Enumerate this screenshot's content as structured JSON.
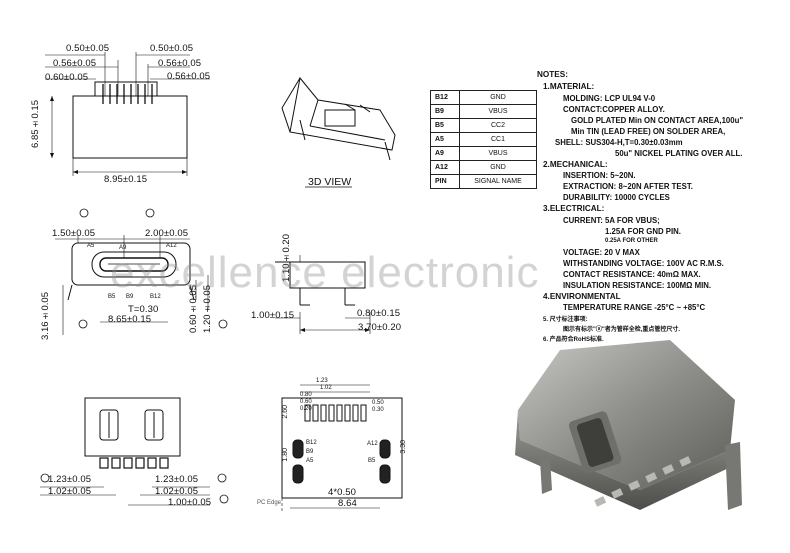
{
  "top_view": {
    "dims": [
      "0.50±0.05",
      "0.50±0.05",
      "0.56±0.05",
      "0.56±0.05",
      "0.56±0.05",
      "0.60±0.05",
      "6.85±0.15",
      "8.95±0.15"
    ]
  },
  "iso_view": {
    "label": "3D VIEW"
  },
  "pin_table": {
    "rows": [
      {
        "pin": "B12",
        "signal": "GND"
      },
      {
        "pin": "B9",
        "signal": "VBUS"
      },
      {
        "pin": "B5",
        "signal": "CC2"
      },
      {
        "pin": "A5",
        "signal": "CC1"
      },
      {
        "pin": "A9",
        "signal": "VBUS"
      },
      {
        "pin": "A12",
        "signal": "GND"
      },
      {
        "pin": "PIN",
        "signal": "SIGNAL NAME"
      }
    ]
  },
  "notes": {
    "title": "NOTES:",
    "lines": [
      {
        "cls": "note-h",
        "text": "1.MATERIAL:"
      },
      {
        "cls": "note",
        "text": "MOLDING: LCP UL94 V-0"
      },
      {
        "cls": "note",
        "text": "CONTACT:COPPER ALLOY."
      },
      {
        "cls": "note",
        "text": "GOLD PLATED Min ON CONTACT AREA,100u\""
      },
      {
        "cls": "note",
        "text": "Min TIN (LEAD FREE) ON SOLDER AREA,"
      },
      {
        "cls": "note",
        "text": "SHELL: SUS304-H,T=0.30±0.03mm"
      },
      {
        "cls": "note",
        "text": "50u\" NICKEL PLATING OVER ALL."
      },
      {
        "cls": "note-h",
        "text": "2.MECHANICAL:"
      },
      {
        "cls": "note",
        "text": "INSERTION: 5~20N."
      },
      {
        "cls": "note",
        "text": "EXTRACTION: 8~20N AFTER TEST."
      },
      {
        "cls": "note",
        "text": "DURABILITY: 10000 CYCLES"
      },
      {
        "cls": "note-h",
        "text": "3.ELECTRICAL:"
      },
      {
        "cls": "note",
        "text": "CURRENT: 5A FOR VBUS;"
      },
      {
        "cls": "note",
        "text": "1.25A FOR GND PIN."
      },
      {
        "cls": "note-s",
        "text": "0.25A FOR OTHER"
      },
      {
        "cls": "note",
        "text": "VOLTAGE: 20 V MAX"
      },
      {
        "cls": "note",
        "text": "WITHSTANDING VOLTAGE: 100V AC R.M.S."
      },
      {
        "cls": "note",
        "text": "CONTACT RESISTANCE: 40mΩ MAX."
      },
      {
        "cls": "note",
        "text": "INSULATION RESISTANCE: 100MΩ MIN."
      },
      {
        "cls": "note-h",
        "text": "4.ENVIRONMENTAL"
      },
      {
        "cls": "note",
        "text": "TEMPERATURE RANGE -25°C ~ +85°C"
      },
      {
        "cls": "note-s",
        "text": "5. 尺寸标注事项:"
      },
      {
        "cls": "note-s",
        "text": "图示有标示\"ⓐ\"者为管样全检,重点管控尺寸."
      },
      {
        "cls": "note-s",
        "text": "6. 产品符合RoHS标准."
      }
    ]
  },
  "front_view": {
    "dims": [
      "1.50±0.05",
      "2.00±0.05",
      "A5",
      "A9",
      "A12",
      "B5",
      "B9",
      "B12",
      "T=0.30",
      "8.65±0.15",
      "3.16±0.05",
      "0.60±0.05",
      "1.20±0.05"
    ]
  },
  "side_view": {
    "dims": [
      "1.10±0.20",
      "1.00±0.15",
      "0.80±0.15",
      "3.70±0.20"
    ]
  },
  "bottom_view": {
    "dims": [
      "1.23±0.05",
      "1.23±0.05",
      "1.02±0.05",
      "1.02±0.05",
      "1.00±0.05"
    ]
  },
  "pcb_layout": {
    "dims": [
      "1.23",
      "1.02",
      "0.80",
      "0.60",
      "0.20",
      "0.50",
      "0.30",
      "B12",
      "B9",
      "A5",
      "A12",
      "B5",
      "4*0.50",
      "8.64",
      "3.30",
      "2.60",
      "1.80"
    ],
    "pc_edge": "PC Edge"
  },
  "watermark": "excellence electronic"
}
